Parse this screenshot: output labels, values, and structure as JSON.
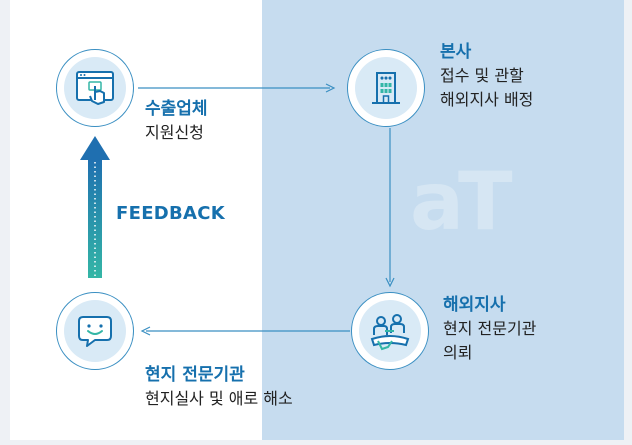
{
  "watermark": "aT",
  "feedback_label": "FEEDBACK",
  "nodes": {
    "exporter": {
      "icon": "click-icon",
      "title": "수출업체",
      "desc": [
        "지원신청"
      ]
    },
    "hq": {
      "icon": "building-icon",
      "title": "본사",
      "desc": [
        "접수 및 관할",
        "해외지사 배정"
      ]
    },
    "branch": {
      "icon": "meeting-icon",
      "title": "해외지사",
      "desc": [
        "현지 전문기관",
        "의뢰"
      ]
    },
    "local": {
      "icon": "chat-smile-icon",
      "title": "현지 전문기관",
      "desc": [
        "현지실사 및 애로 해소"
      ]
    }
  },
  "colors": {
    "accent": "#1670ad",
    "teal": "#34b6a6",
    "panel_blue": "#c6dcef",
    "line": "#3a8fc2"
  }
}
